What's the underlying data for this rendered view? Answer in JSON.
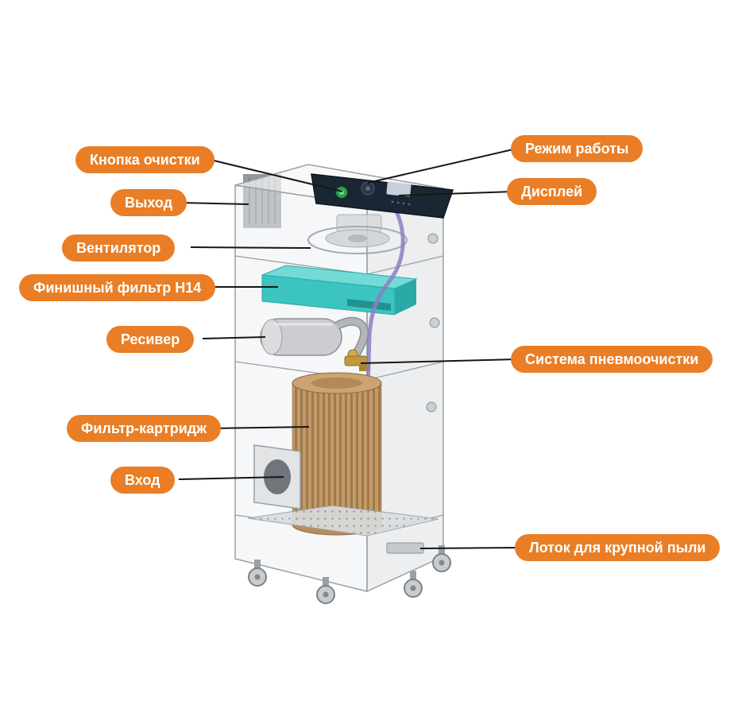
{
  "labels": {
    "cleaning_button": "Кнопка очистки",
    "outlet": "Выход",
    "fan": "Вентилятор",
    "final_filter_h14": "Финишный фильтр H14",
    "receiver": "Ресивер",
    "filter_cartridge": "Фильтр-картридж",
    "inlet": "Вход",
    "operation_mode": "Режим работы",
    "display": "Дисплей",
    "pneumatic_cleaning_system": "Система пневмоочистки",
    "coarse_dust_tray": "Лоток для крупной пыли"
  },
  "colors": {
    "label_background": "#E97E26",
    "label_text": "#FFFFFF",
    "leader_line": "#161616",
    "control_panel": "#1B2634",
    "final_filter": "#3BC4C1",
    "cartridge": "#C49A68",
    "tube": "#8F7CC2"
  }
}
